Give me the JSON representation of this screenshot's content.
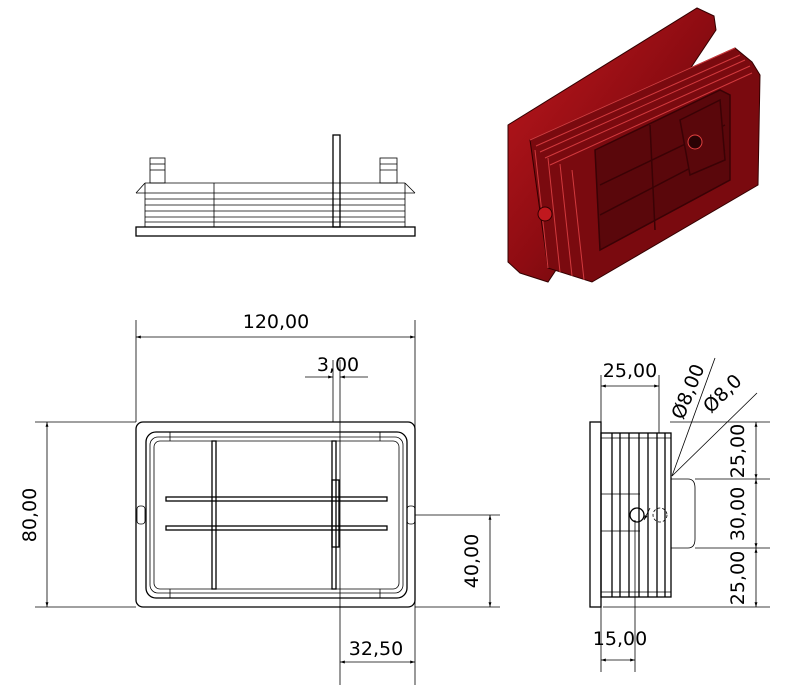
{
  "dimensions": {
    "width_total": "120,00",
    "post_width": "3,00",
    "height_total": "80,00",
    "half_height": "40,00",
    "post_offset": "32,50",
    "side_depth": "25,00",
    "hole_offset": "15,00",
    "hole_diameter_a": "Ø8,00",
    "hole_diameter_b": "Ø8,0",
    "side_upper": "25,00",
    "side_middle": "30,00",
    "side_lower": "25,00"
  },
  "colors": {
    "model": "#8e0c12",
    "line": "#000000"
  }
}
